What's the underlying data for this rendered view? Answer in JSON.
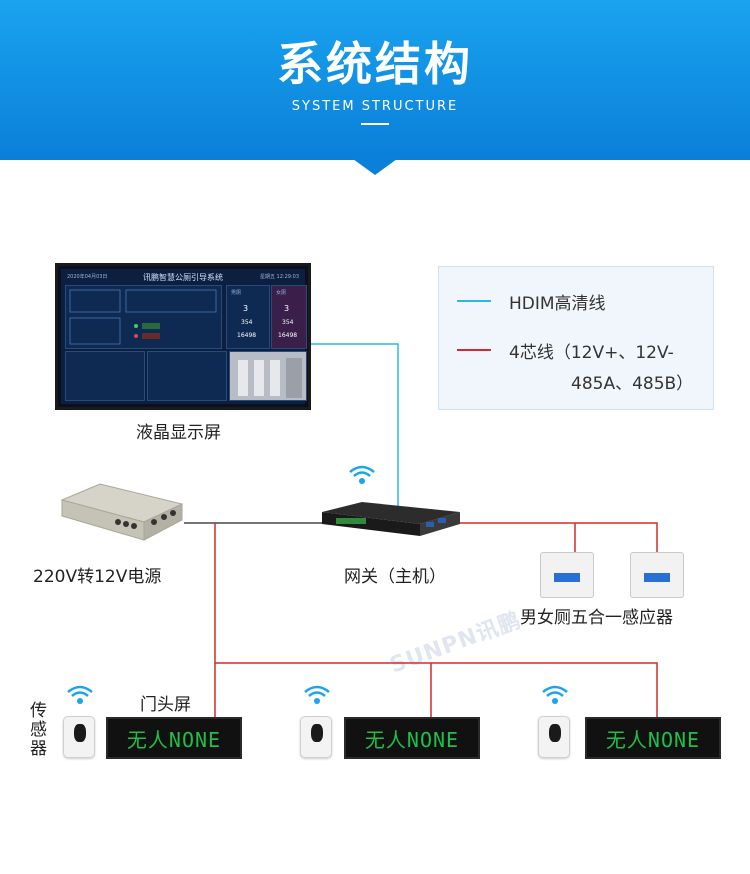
{
  "header": {
    "title": "系统结构",
    "subtitle": "SYSTEM STRUCTURE"
  },
  "legend": {
    "items": [
      {
        "label": "HDIM高清线",
        "color": "#29b8e6"
      },
      {
        "label_line1": "4芯线（12V+、12V-",
        "label_line2": "485A、485B）",
        "color": "#d42a2a"
      }
    ]
  },
  "lcd": {
    "caption": "液晶显示屏",
    "screen_title": "讯鹏智慧公厕引导系统",
    "date": "2020年04月03日",
    "time": "星期五  12:29:03",
    "male": "男厕",
    "female": "女厕",
    "male_count": "3",
    "female_count": "3",
    "male_total": "354",
    "female_total": "354",
    "male_sum": "16498",
    "female_sum": "16498"
  },
  "devices": {
    "power": "220V转12V电源",
    "gateway": "网关（主机）",
    "sensor5": "男女厕五合一感应器",
    "door_screen": "门头屏",
    "occupancy_sensor": "传感器"
  },
  "led_displays": [
    {
      "text": "无人NONE"
    },
    {
      "text": "无人NONE"
    },
    {
      "text": "无人NONE"
    }
  ],
  "watermark": "SUNPN讯鹏",
  "colors": {
    "header": "#0a8ee0",
    "hdmi": "#29b8e6",
    "four_core": "#d42a2a",
    "led_green": "#1fbf4a"
  }
}
